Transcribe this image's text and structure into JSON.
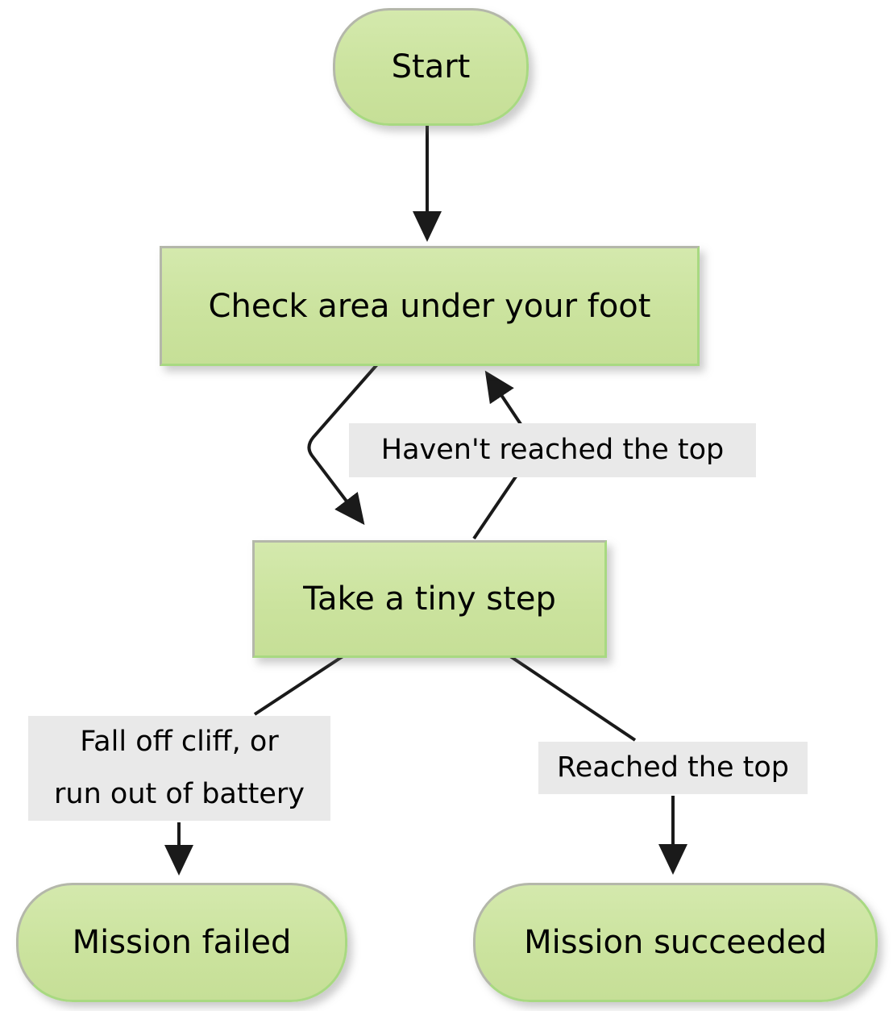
{
  "diagram": {
    "type": "flowchart",
    "nodes": {
      "start": {
        "label": "Start",
        "shape": "terminal"
      },
      "check": {
        "label": "Check area under your foot",
        "shape": "process"
      },
      "step": {
        "label": "Take a tiny step",
        "shape": "process"
      },
      "failed": {
        "label": "Mission failed",
        "shape": "terminal"
      },
      "succeeded": {
        "label": "Mission succeeded",
        "shape": "terminal"
      }
    },
    "edge_labels": {
      "loop": {
        "text": "Haven't reached the top"
      },
      "fail": {
        "line1": "Fall off cliff, or",
        "line2": "run out of battery"
      },
      "success": {
        "text": "Reached the top"
      }
    },
    "edges": [
      {
        "from": "start",
        "to": "check",
        "label": ""
      },
      {
        "from": "check",
        "to": "step",
        "label": ""
      },
      {
        "from": "step",
        "to": "check",
        "label": "Haven't reached the top"
      },
      {
        "from": "step",
        "to": "failed",
        "label": "Fall off cliff, or run out of battery"
      },
      {
        "from": "step",
        "to": "succeeded",
        "label": "Reached the top"
      }
    ],
    "colors": {
      "node_fill": "#cbe39e",
      "node_border_green": "#a8d981",
      "node_border_gray": "#b4b7aa",
      "edge_label_bg": "#e9e9e9",
      "arrow": "#1a1a1a",
      "text": "#000000",
      "background": "#ffffff"
    }
  }
}
